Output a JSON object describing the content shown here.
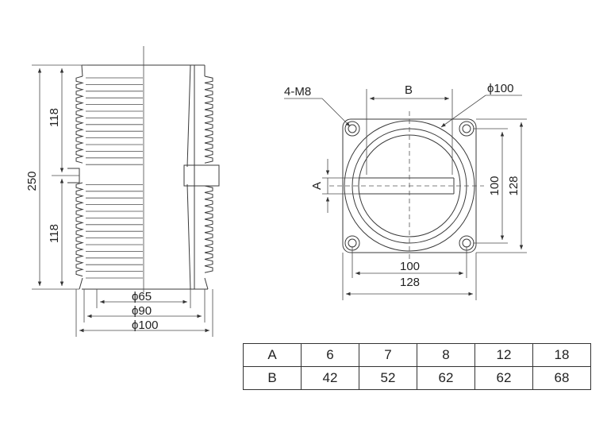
{
  "side_view": {
    "height_total": "250",
    "height_upper": "118",
    "height_lower": "118",
    "dia_inner": "ϕ65",
    "dia_middle": "ϕ90",
    "dia_outer": "ϕ100"
  },
  "flange_view": {
    "bolt_label": "4-M8",
    "dim_b": "B",
    "dia_label": "ϕ100",
    "dim_a": "A",
    "bolt_spacing_v": "100",
    "flange_height": "128",
    "bolt_spacing_h": "100",
    "flange_width": "128"
  },
  "table": {
    "rows": [
      {
        "label": "A",
        "values": [
          "6",
          "7",
          "8",
          "12",
          "18"
        ]
      },
      {
        "label": "B",
        "values": [
          "42",
          "52",
          "62",
          "62",
          "68"
        ]
      }
    ]
  }
}
